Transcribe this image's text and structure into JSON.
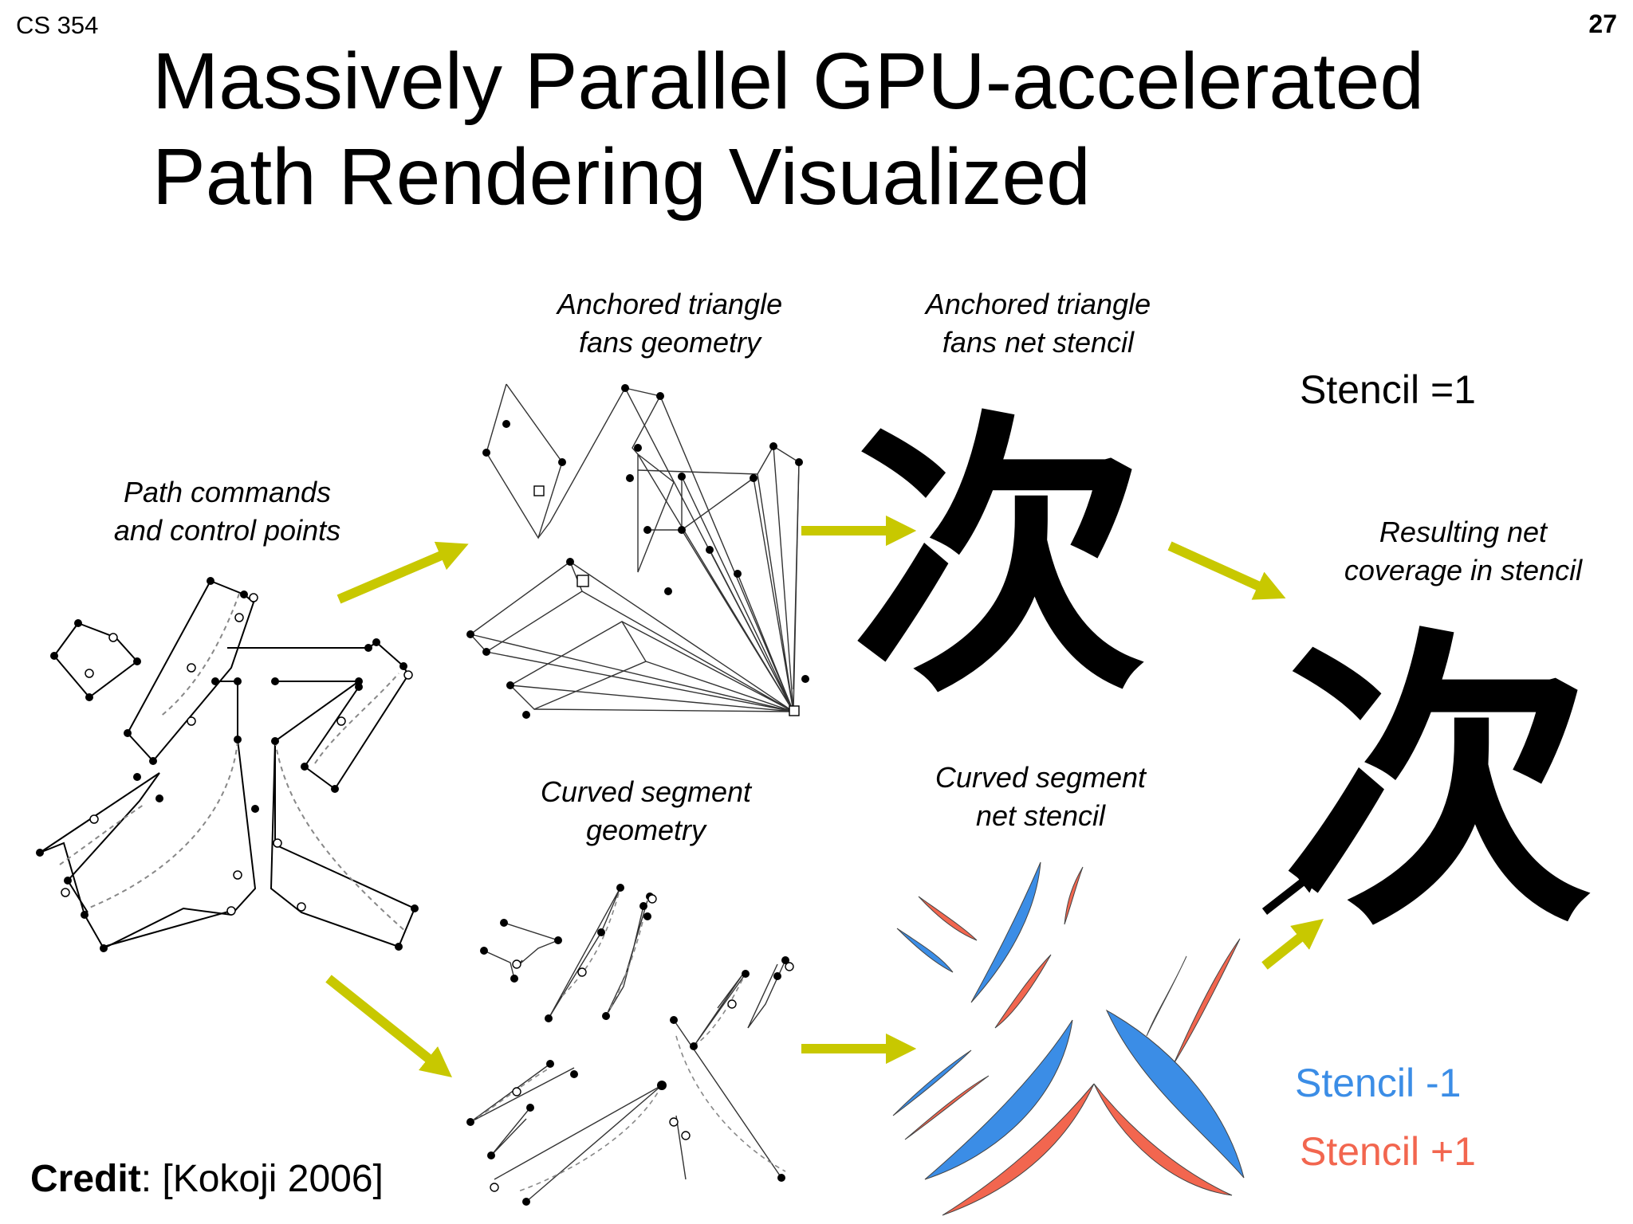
{
  "header": {
    "course": "CS 354",
    "page_number": "27",
    "title_line1": "Massively Parallel GPU-accelerated",
    "title_line2": "Path Rendering Visualized"
  },
  "captions": {
    "path_commands_line1": "Path commands",
    "path_commands_line2": "and control points",
    "fans_geometry_line1": "Anchored triangle",
    "fans_geometry_line2": "fans geometry",
    "fans_stencil_line1": "Anchored triangle",
    "fans_stencil_line2": "fans net stencil",
    "curved_geometry_line1": "Curved segment",
    "curved_geometry_line2": "geometry",
    "curved_stencil_line1": "Curved segment",
    "curved_stencil_line2": "net stencil",
    "result_line1": "Resulting net",
    "result_line2": "coverage in stencil"
  },
  "labels": {
    "stencil_eq_1": "Stencil =1",
    "stencil_minus_1": "Stencil -1",
    "stencil_plus_1": "Stencil +1"
  },
  "glyph": "次",
  "credit": {
    "bold": "Credit",
    "rest": ": [Kokoji 2006]"
  },
  "colors": {
    "arrow": "#c8c800",
    "stencil_minus": "#3b8de6",
    "stencil_plus": "#f2664f",
    "glyph": "#000000"
  }
}
